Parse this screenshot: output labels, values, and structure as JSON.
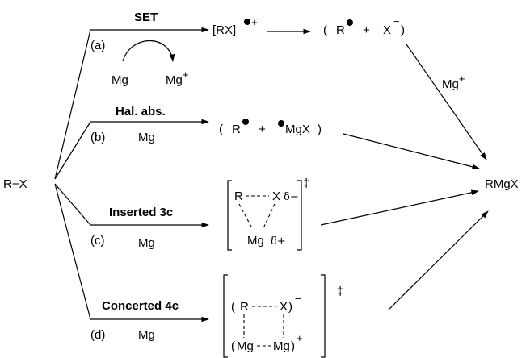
{
  "reactant": "R−X",
  "product": "RMgX",
  "pathways": [
    {
      "letter": "(a)",
      "title": "SET",
      "reagent_left": "Mg",
      "reagent_right": "Mg",
      "reagent_right_sup": "+",
      "intermediate_1": "[RX]",
      "intermediate_1_sup": "+",
      "intermediate_2_left": "(",
      "intermediate_2_r": "R",
      "intermediate_2_plus": "+",
      "intermediate_2_x": "X",
      "intermediate_2_x_sup": "−",
      "intermediate_2_right": ")",
      "final_reagent": "Mg",
      "final_reagent_sup": "+"
    },
    {
      "letter": "(b)",
      "title": "Hal. abs.",
      "reagent": "Mg",
      "intermediate_left": "(",
      "intermediate_r": "R",
      "intermediate_plus": "+",
      "intermediate_mgx": "MgX",
      "intermediate_right": ")"
    },
    {
      "letter": "(c)",
      "title": "Inserted 3c",
      "reagent": "Mg",
      "ts_r": "R",
      "ts_x": "X",
      "ts_x_charge": "δ−",
      "ts_mg": "Mg",
      "ts_mg_charge": "δ+",
      "ts_dagger": "‡"
    },
    {
      "letter": "(d)",
      "title": "Concerted 4c",
      "reagent": "Mg",
      "ts_top_left": "(",
      "ts_r": "R",
      "ts_x": "X",
      "ts_top_right": ")",
      "ts_top_charge": "−",
      "ts_bottom_left": "(",
      "ts_mg1": "Mg",
      "ts_mg2": "Mg",
      "ts_bottom_right": ")",
      "ts_bottom_charge": "+",
      "ts_dagger": "‡"
    }
  ]
}
